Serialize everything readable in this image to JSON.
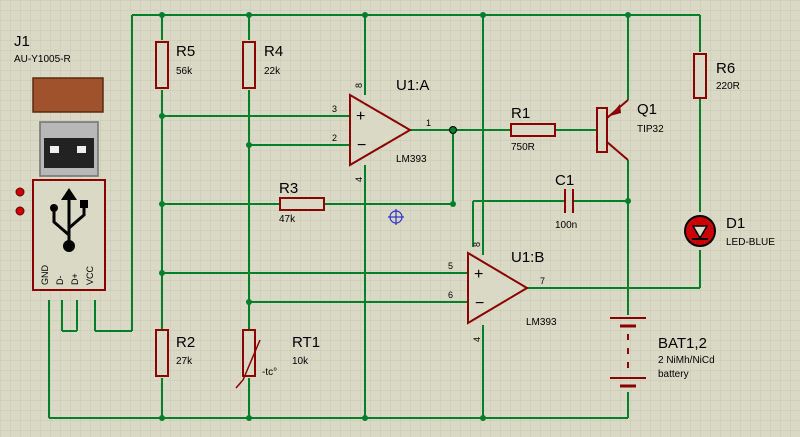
{
  "components": {
    "j1": {
      "ref": "J1",
      "part": "AU-Y1005-R",
      "pins": [
        "GND",
        "D-",
        "D+",
        "VCC"
      ]
    },
    "r5": {
      "ref": "R5",
      "value": "56k"
    },
    "r4": {
      "ref": "R4",
      "value": "22k"
    },
    "r6": {
      "ref": "R6",
      "value": "220R"
    },
    "r1": {
      "ref": "R1",
      "value": "750R"
    },
    "r3": {
      "ref": "R3",
      "value": "47k"
    },
    "r2": {
      "ref": "R2",
      "value": "27k"
    },
    "rt1": {
      "ref": "RT1",
      "value": "10k",
      "tc": "-tc°"
    },
    "u1a": {
      "ref": "U1:A",
      "part": "LM393",
      "pin_in_plus": "3",
      "pin_in_minus": "2",
      "pin_out": "1",
      "pin_vcc": "8",
      "pin_gnd": "4"
    },
    "u1b": {
      "ref": "U1:B",
      "part": "LM393",
      "pin_in_plus": "5",
      "pin_in_minus": "6",
      "pin_out": "7",
      "pin_vcc": "8",
      "pin_gnd": "4"
    },
    "q1": {
      "ref": "Q1",
      "part": "TIP32"
    },
    "c1": {
      "ref": "C1",
      "value": "100n"
    },
    "d1": {
      "ref": "D1",
      "part": "LED-BLUE"
    },
    "bat": {
      "ref": "BAT1,2",
      "line1": "2 NiMh/NiCd",
      "line2": "battery"
    }
  },
  "colors": {
    "background": "#d9d9c6",
    "grid": "#c8c8b4",
    "wire": "#00802a",
    "body": "#8b0000",
    "led_fill": "#cc0000",
    "usb_plug": "#a0522d",
    "marker": "#3030d0"
  }
}
